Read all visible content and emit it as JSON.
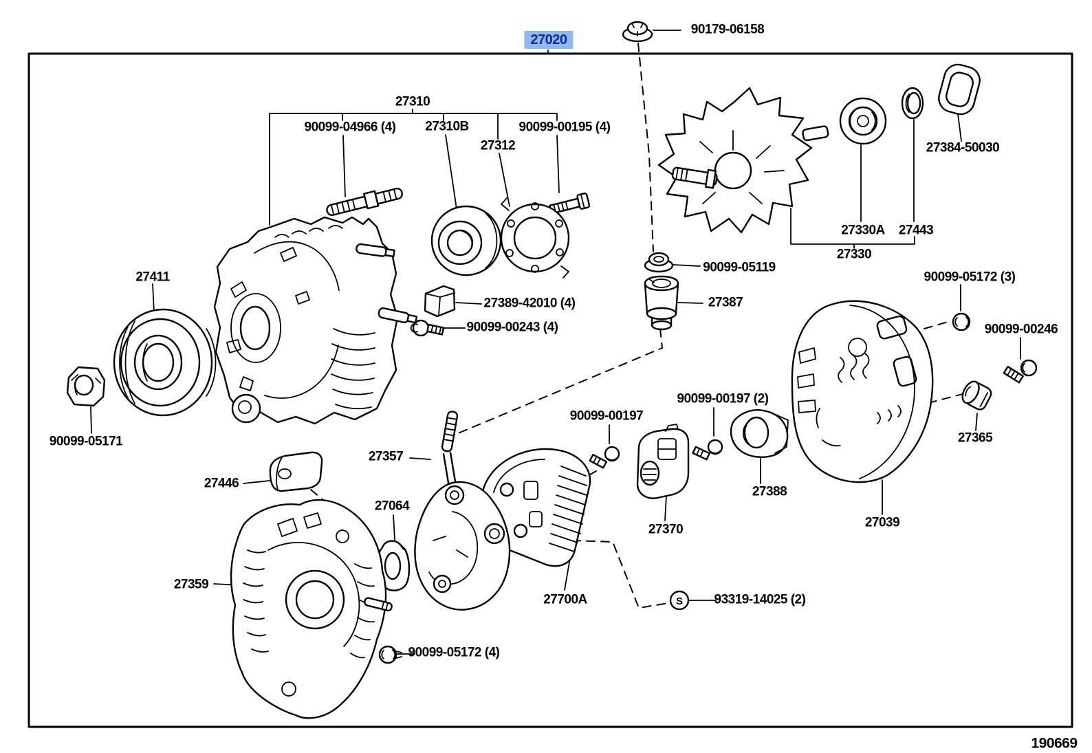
{
  "diagram": {
    "type": "exploded-parts-diagram",
    "selected_assembly": "27020",
    "page_code": "190669",
    "s_marker": "S",
    "colors": {
      "background": "#FFFFFF",
      "line": "#000000",
      "highlight_bg": "#8FB9F1",
      "highlight_text": "#15279B"
    },
    "part_labels": [
      "27020",
      "90179-06158",
      "27310",
      "90099-04966 (4)",
      "27310B",
      "90099-00195 (4)",
      "27312",
      "27384-50030",
      "27330A",
      "27443",
      "27330",
      "27411",
      "90099-05119",
      "90099-05172 (3)",
      "27387",
      "90099-00246",
      "27389-42010 (4)",
      "90099-00243 (4)",
      "90099-00197 (2)",
      "90099-00197",
      "90099-05171",
      "27365",
      "27357",
      "27446",
      "27064",
      "27388",
      "27370",
      "27039",
      "27359",
      "27700A",
      "93319-14025 (2)",
      "90099-05172 (4)",
      "190669"
    ]
  }
}
